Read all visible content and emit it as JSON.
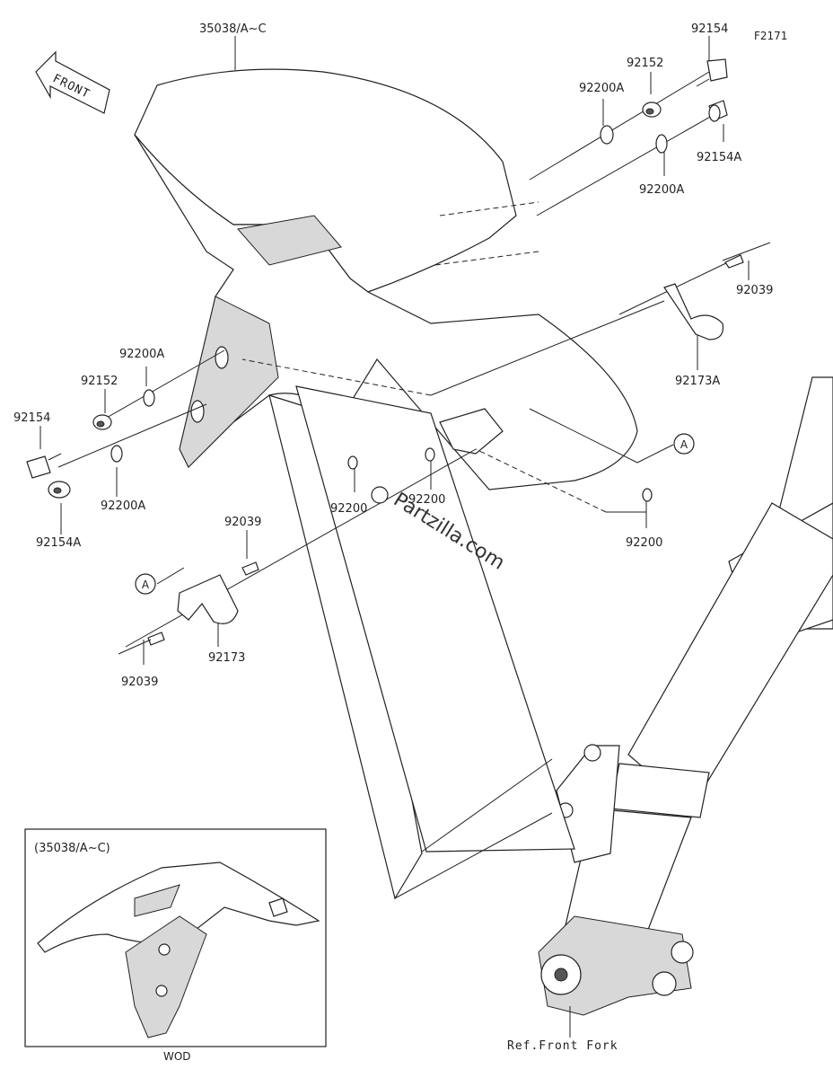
{
  "figure_code": "F2171",
  "direction_label": "FRONT",
  "watermark": "Partzilla.com",
  "parts": {
    "fender": "35038/A~C",
    "bolt_top": "92154",
    "collar_top": "92152",
    "washer_top": "92200A",
    "bolt_a_top": "92154A",
    "washer_top_right": "92200A",
    "pin_right": "92039",
    "bracket_right": "92173A",
    "washer_left_upper": "92200A",
    "collar_left": "92152",
    "bolt_left": "92154",
    "washer_left_lower": "92200A",
    "bolt_a_left": "92154A",
    "pin_left_upper": "92039",
    "washer_c1": "92200",
    "washer_c2": "92200",
    "washer_c3": "92200",
    "bracket_left": "92173",
    "pin_left_lower": "92039",
    "ref_fork": "Ref.Front Fork"
  },
  "callouts": {
    "a_right": "A",
    "a_left": "A"
  },
  "inset": {
    "title": "(35038/A~C)",
    "caption": "WOD"
  }
}
